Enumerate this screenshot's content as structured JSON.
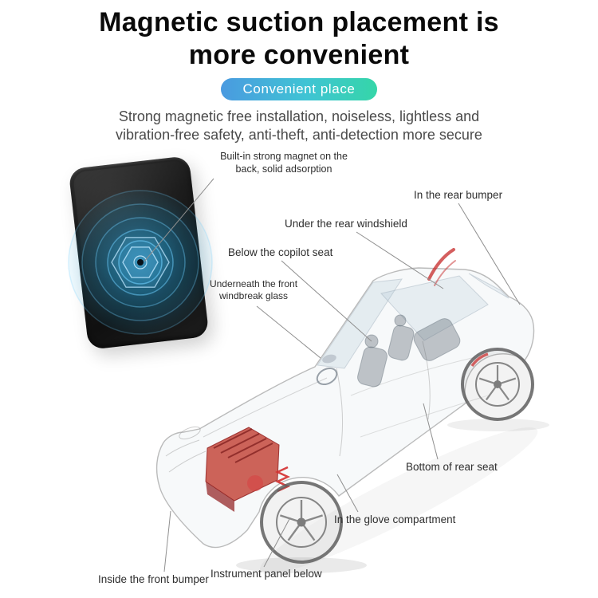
{
  "page": {
    "title_line1": "Magnetic suction placement is",
    "title_line2": "more convenient",
    "badge_label": "Convenient place",
    "subtitle_line1": "Strong magnetic free installation, noiseless, lightless and",
    "subtitle_line2": "vibration-free safety, anti-theft, anti-detection more secure"
  },
  "annotations": {
    "magnet": {
      "line1": "Built-in strong magnet on the",
      "line2": "back, solid adsorption"
    },
    "rear_bumper": {
      "label": "In the rear bumper"
    },
    "rear_windshield": {
      "label": "Under the rear windshield"
    },
    "copilot_seat": {
      "label": "Below the copilot seat"
    },
    "windbreak_glass": {
      "line1": "Underneath the front",
      "line2": "windbreak glass"
    },
    "rear_seat": {
      "label": "Bottom of rear seat"
    },
    "glove_compartment": {
      "label": "In the glove compartment"
    },
    "front_bumper": {
      "label": "Inside the front bumper"
    },
    "instrument_panel": {
      "label": "Instrument panel below"
    }
  },
  "colors": {
    "badge_gradient_start": "#4a9ae0",
    "badge_gradient_end": "#35d6a8",
    "glow_blue": "#29b6f6",
    "engine_red": "#c0392b"
  }
}
